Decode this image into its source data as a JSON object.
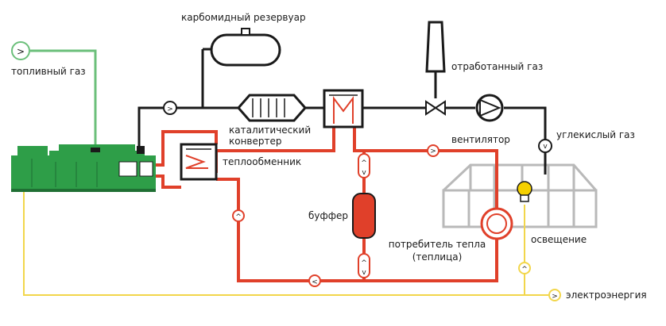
{
  "labels": {
    "fuel_gas": "топливный газ",
    "urea_tank": "карбомидный резервуар",
    "exhaust_gas": "отработанный газ",
    "catalytic_converter_line1": "каталитический",
    "catalytic_converter_line2": "конвертер",
    "fan": "вентилятор",
    "co2": "углекислый газ",
    "heat_exchanger": "теплообменник",
    "buffer": "буффер",
    "heat_consumer_line1": "потребитель тепла",
    "heat_consumer_line2": "(теплица)",
    "lighting": "освещение",
    "electricity": "электроэнергия"
  },
  "flow_markers": {
    "fuel_gas_arrow": ">",
    "exhaust_arrow": ">",
    "co2_arrow": "v",
    "hot_water_arrow": ">",
    "buffer_top_up": "^",
    "buffer_top_down": "v",
    "buffer_bottom_up": "^",
    "buffer_bottom_down": "v",
    "return_left_up": "^",
    "return_bottom_left": "<",
    "lighting_up": "^",
    "electricity_arrow": ">"
  },
  "colors": {
    "gas_pipe": "#1a1a1a",
    "hot_water": "#e0402a",
    "fuel_line": "#6bbf7a",
    "electric_line": "#f2d64b",
    "engine_green": "#2e9e48",
    "greenhouse_gray": "#b9b9b9",
    "bulb_yellow": "#f5d000"
  },
  "icons": {
    "engine": "generator-engine-icon",
    "tank": "urea-tank-icon",
    "converter": "catalytic-converter-icon",
    "exchanger": "heat-exchanger-icon",
    "chimney": "exhaust-stack-icon",
    "valve": "valve-icon",
    "fan": "fan-icon",
    "buffer_tank": "buffer-tank-icon",
    "greenhouse": "greenhouse-icon",
    "consumer": "heat-consumer-icon",
    "bulb": "light-bulb-icon"
  }
}
